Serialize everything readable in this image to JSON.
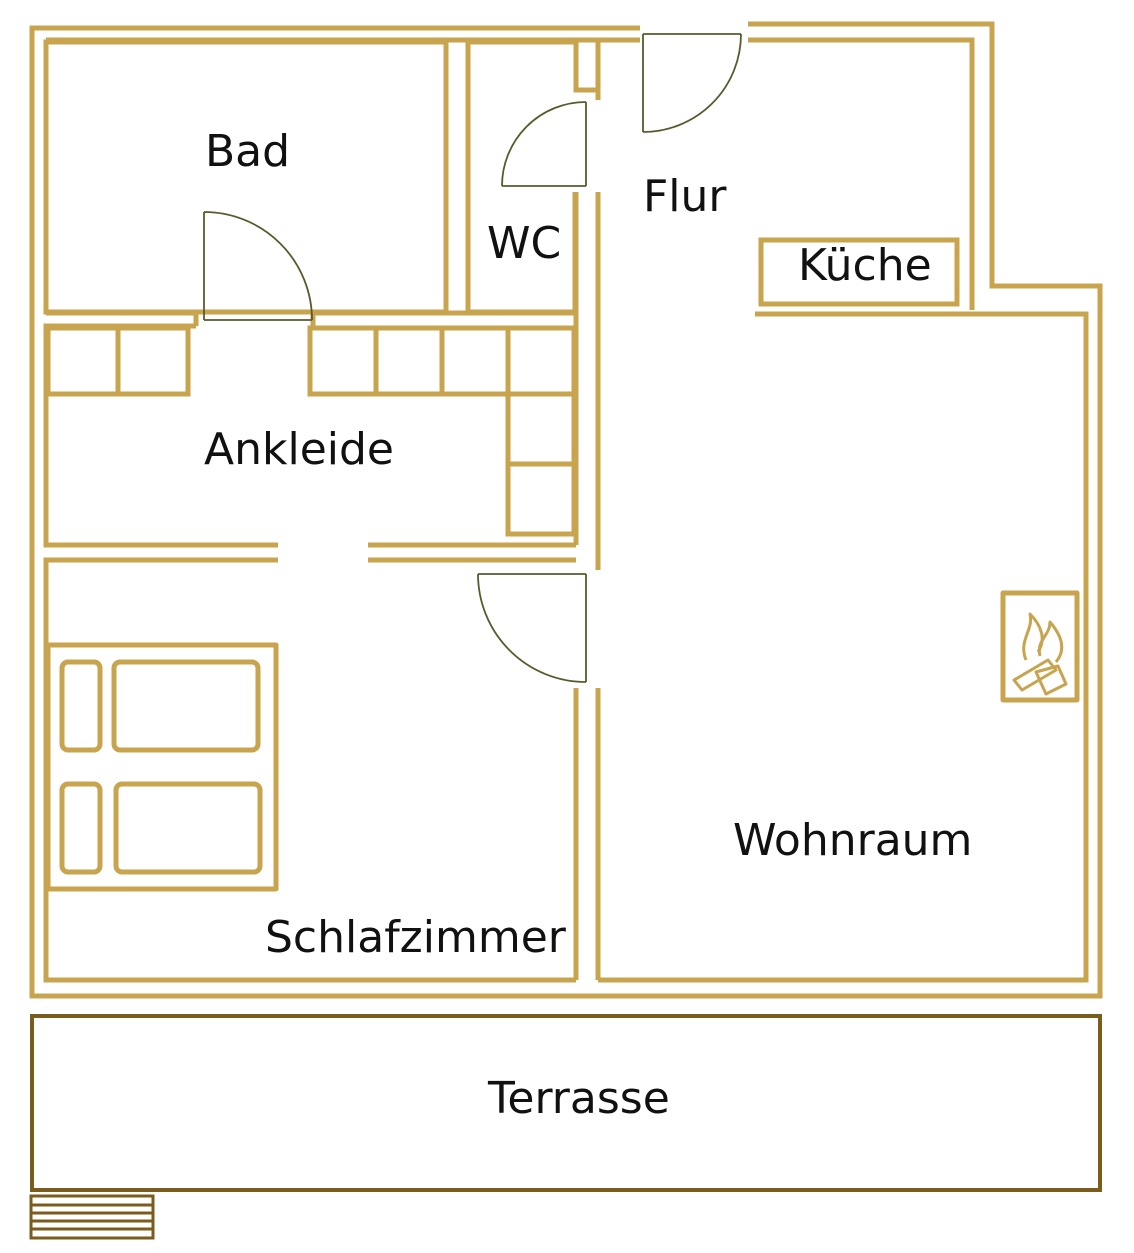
{
  "rooms": {
    "bad": "Bad",
    "wc": "WC",
    "flur": "Flur",
    "kueche": "Küche",
    "ankleide": "Ankleide",
    "wohnraum": "Wohnraum",
    "schlafzimmer": "Schlafzimmer",
    "terrasse": "Terrasse"
  },
  "colors": {
    "wall": "#c8a44e",
    "terrace": "#7a5c1c",
    "door": "#5a5a2e",
    "text": "#111111"
  },
  "icons": {
    "fireplace": "fireplace-icon",
    "bed": "double-bed",
    "stairs": "stairs-icon"
  }
}
